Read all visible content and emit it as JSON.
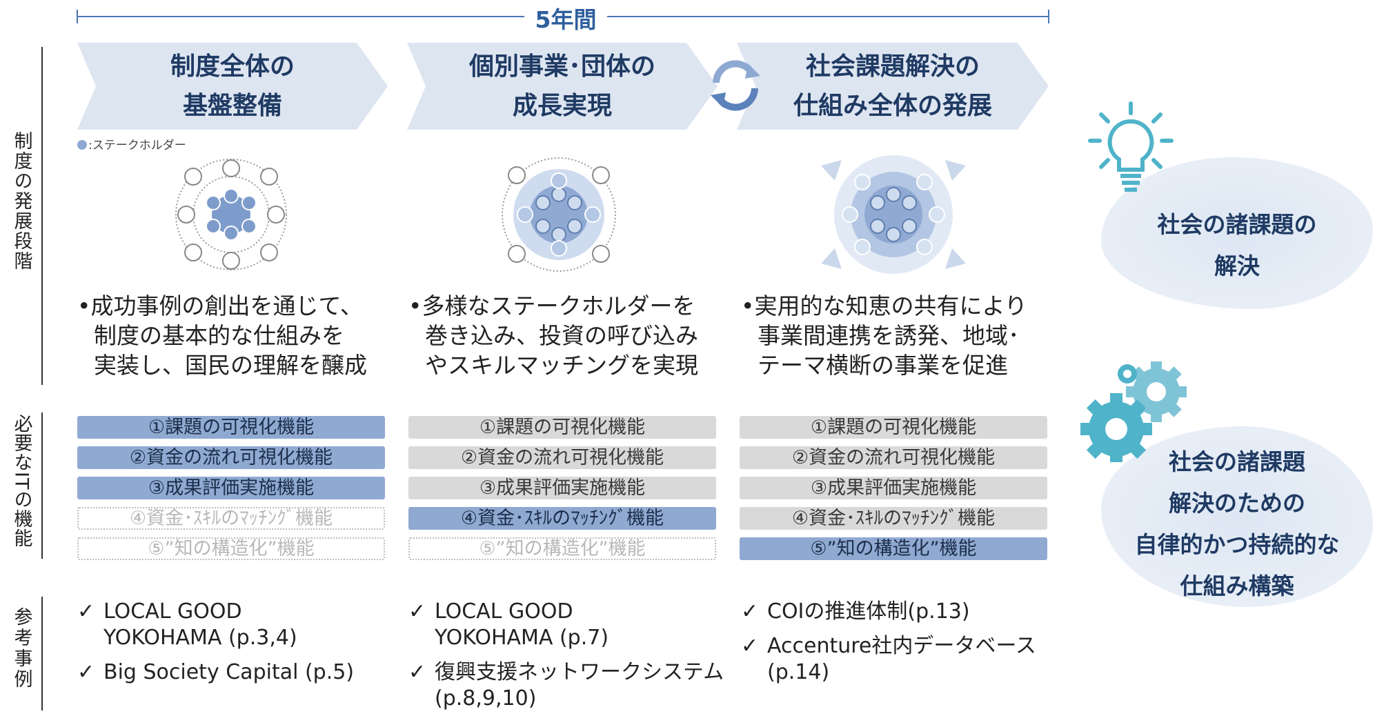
{
  "timeline": {
    "label": "5年間"
  },
  "phases": [
    {
      "line1": "制度全体の",
      "line2": "基盤整備"
    },
    {
      "line1": "個別事業･団体の",
      "line2": "成長実現"
    },
    {
      "line1": "社会課題解決の",
      "line2": "仕組み全体の発展"
    }
  ],
  "side_labels": {
    "stage": "制度の発展段階",
    "it": "必要なITの機能",
    "ref": "参考事例"
  },
  "legend": {
    "text": ":ステークホルダー"
  },
  "descriptions": [
    {
      "bullet": "•",
      "lines": [
        "成功事例の創出を通じて、",
        "制度の基本的な仕組みを",
        "実装し、国民の理解を醸成"
      ]
    },
    {
      "bullet": "•",
      "lines": [
        "多様なステークホルダーを",
        "巻き込み、投資の呼び込み",
        "やスキルマッチングを実現"
      ]
    },
    {
      "bullet": "•",
      "lines": [
        "実用的な知恵の共有により",
        "事業間連携を誘発、地域･",
        "テーマ横断の事業を促進"
      ]
    }
  ],
  "functions": {
    "labels": [
      "①課題の可視化機能",
      "②資金の流れ可視化機能",
      "③成果評価実施機能",
      "④資金･ｽｷﾙのﾏｯﾁﾝｸﾞ機能",
      "⑤”知の構造化”機能"
    ],
    "states": [
      [
        "active",
        "active",
        "active",
        "inactive",
        "inactive"
      ],
      [
        "existing",
        "existing",
        "existing",
        "active",
        "inactive"
      ],
      [
        "existing",
        "existing",
        "existing",
        "existing",
        "active"
      ]
    ]
  },
  "references": [
    {
      "check": "✓",
      "items": [
        "LOCAL GOOD\nYOKOHAMA (p.3,4)",
        "Big Society Capital (p.5)"
      ]
    },
    {
      "check": "✓",
      "items": [
        "LOCAL GOOD\nYOKOHAMA (p.7)",
        "復興支援ネットワークシステム\n(p.8,9,10)"
      ]
    },
    {
      "check": "✓",
      "items": [
        "COIの推進体制(p.13)",
        "Accenture社内データベース\n(p.14)"
      ]
    }
  ],
  "goals": [
    {
      "lines": [
        "社会の諸課題の",
        "解決"
      ],
      "icon": "lightbulb-icon"
    },
    {
      "lines": [
        "社会の諸課題",
        "解決のための",
        "自律的かつ持続的な",
        "仕組み構築"
      ],
      "icon": "gears-icon"
    }
  ],
  "colors": {
    "accent": "#4a78b5",
    "arrow_fill": "#dde5f1",
    "active_box": "#8fa9d1",
    "existing_box": "#d9d9d9",
    "icon_teal": "#4fb3c9",
    "goal_text": "#1f3a63"
  }
}
